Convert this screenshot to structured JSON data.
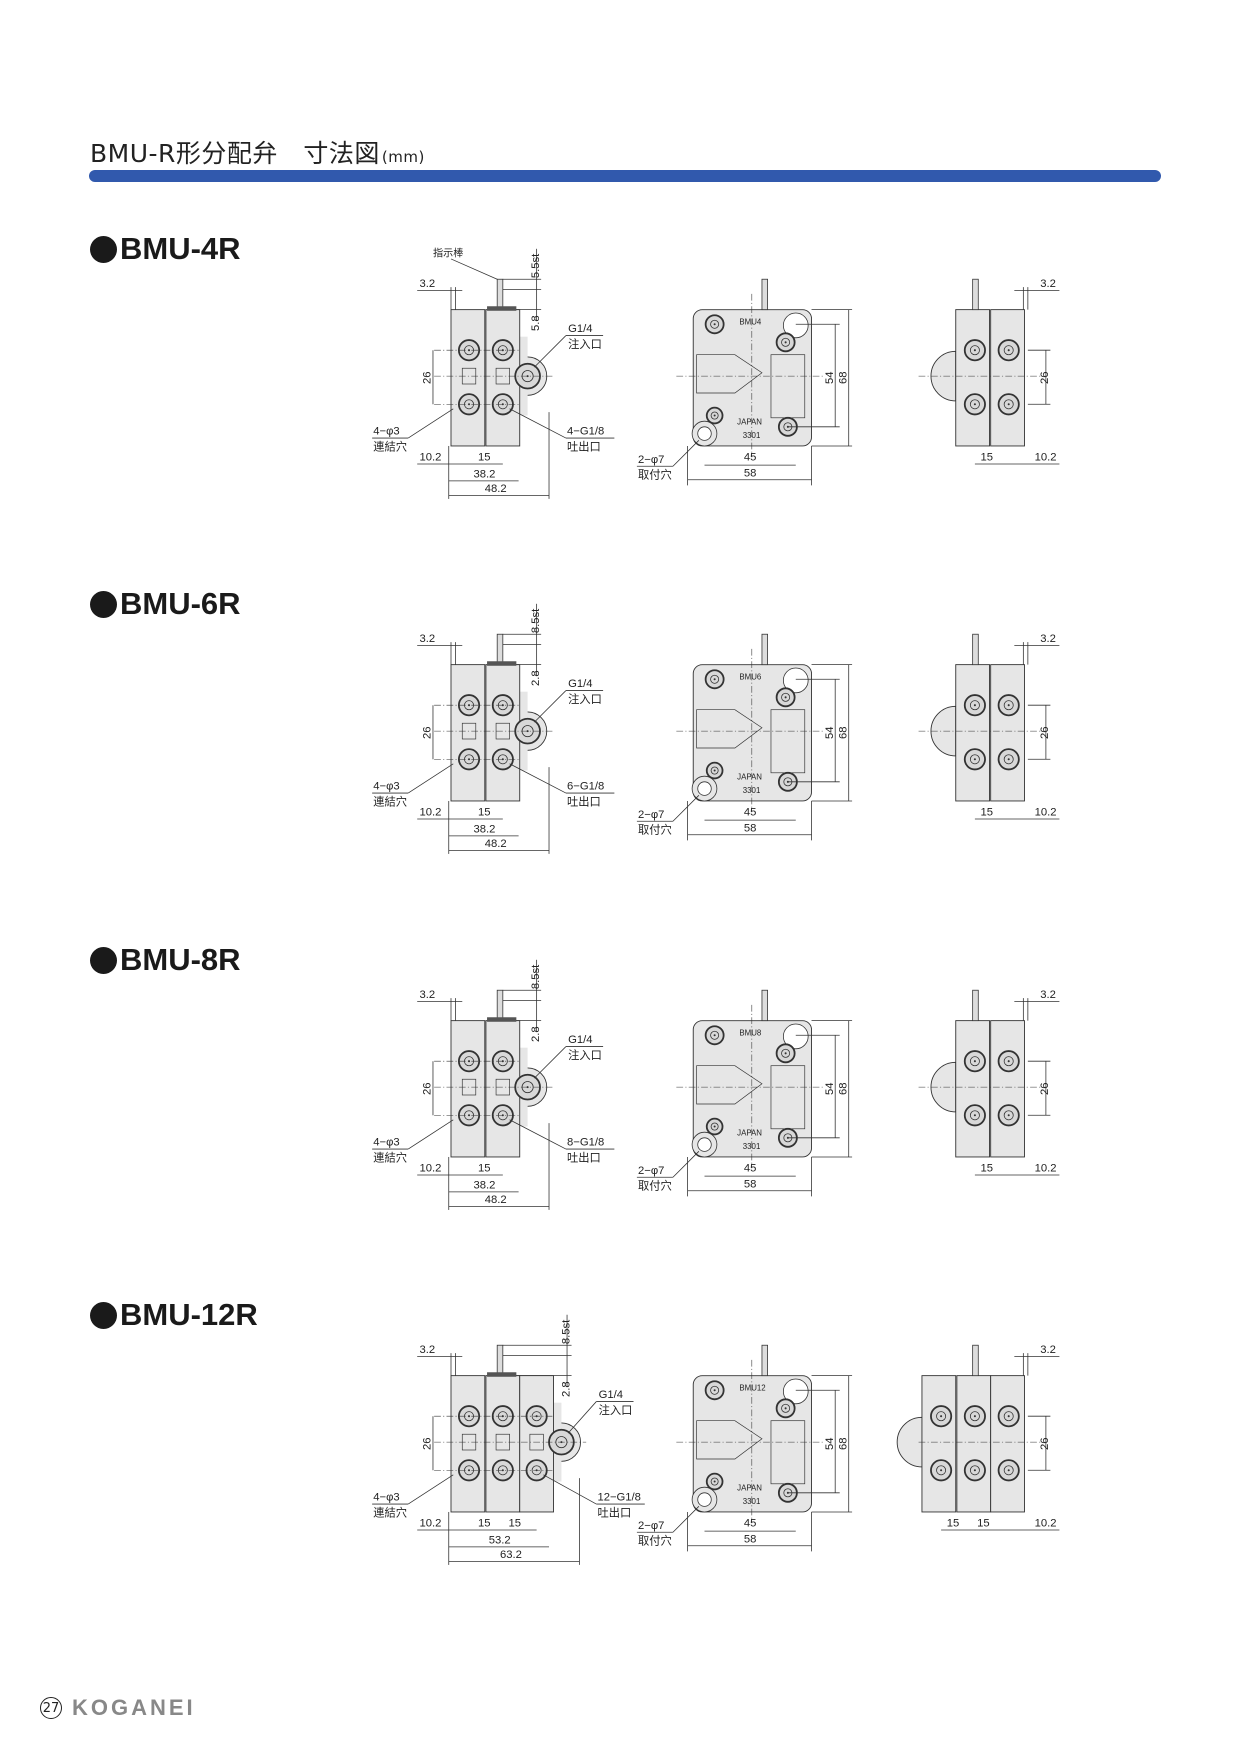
{
  "header": {
    "title": "BMU-R形分配弁　寸法図",
    "unit": "(mm)",
    "bar_color": "#3159ad"
  },
  "common": {
    "pitch_top": "3.2",
    "center_dist": "26",
    "inlet": "G1/4",
    "inlet_jp": "注入口",
    "link_holes": "4−φ3",
    "link_holes_jp": "連結穴",
    "outlet_jp": "吐出口",
    "side_width": "10.2",
    "pitch": "15",
    "japan": "JAPAN",
    "code": "3301",
    "mount_pitch_v": "54",
    "height": "68",
    "mount_pitch_h": "45",
    "width": "58",
    "mount_holes": "2−φ7",
    "mount_holes_jp": "取付穴"
  },
  "sections": [
    {
      "title": "BMU-4R",
      "plates": 2,
      "stroke": "5.5st",
      "rod_gap": "5.8",
      "indicator": "指示棒",
      "outlets": "4−G1/8",
      "mark": "BMU4",
      "inner_width": "38.2",
      "total_width": "48.2"
    },
    {
      "title": "BMU-6R",
      "plates": 2,
      "stroke": "8.5st",
      "rod_gap": "2.8",
      "outlets": "6−G1/8",
      "mark": "BMU6",
      "inner_width": "38.2",
      "total_width": "48.2"
    },
    {
      "title": "BMU-8R",
      "plates": 2,
      "stroke": "8.5st",
      "rod_gap": "2.8",
      "outlets": "8−G1/8",
      "mark": "BMU8",
      "inner_width": "38.2",
      "total_width": "48.2"
    },
    {
      "title": "BMU-12R",
      "plates": 3,
      "stroke": "8.5st",
      "rod_gap": "2.8",
      "outlets": "12−G1/8",
      "mark": "BMU12",
      "inner_width": "53.2",
      "total_width": "63.2"
    }
  ],
  "footer": {
    "page_number": "27",
    "brand": "KOGANEI"
  }
}
